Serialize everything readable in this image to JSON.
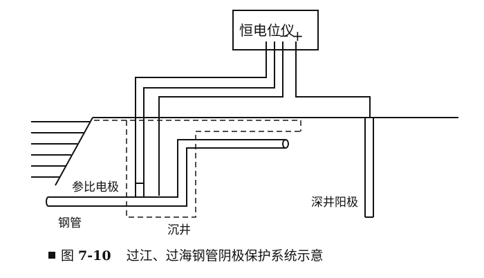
{
  "labels": {
    "device": "恒电位仪",
    "minus": "−",
    "plus": "+",
    "reference_electrode": "参比电极",
    "deep_well_anode": "深井阳极",
    "steel_pipe": "钢管",
    "caisson": "沉井"
  },
  "caption": {
    "prefix": "图",
    "number": "7-10",
    "text": "过江、过海钢管阴极保护系统示意"
  }
}
